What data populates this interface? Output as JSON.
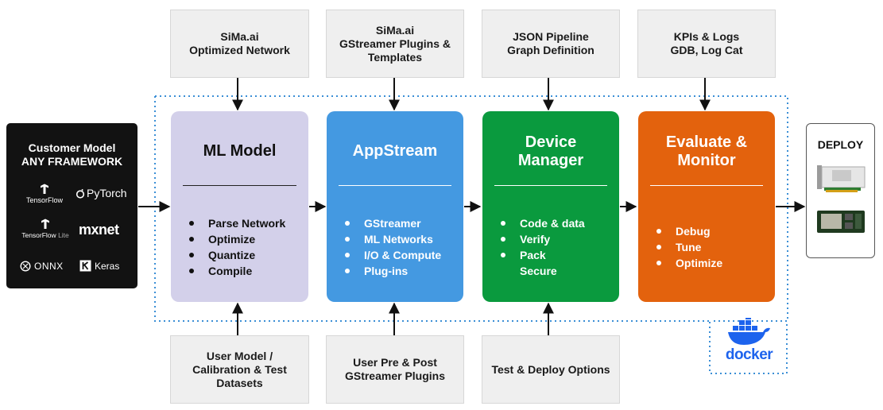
{
  "top_inputs": [
    {
      "text": "SiMa.ai\nOptimized Network"
    },
    {
      "text": "SiMa.ai\nGStreamer Plugins &\nTemplates"
    },
    {
      "text": "JSON Pipeline\nGraph Definition"
    },
    {
      "text": "KPIs & Logs\nGDB, Log Cat"
    }
  ],
  "bottom_inputs": [
    {
      "text": "User Model /\nCalibration & Test\nDatasets"
    },
    {
      "text": "User Pre & Post\nGStreamer Plugins"
    },
    {
      "text": "Test & Deploy Options"
    }
  ],
  "stages": [
    {
      "title": "ML Model",
      "items": [
        "Parse Network",
        "Optimize",
        "Quantize",
        "Compile"
      ]
    },
    {
      "title": "AppStream",
      "items": [
        "GStreamer",
        "ML Networks",
        "I/O & Compute",
        "Plug-ins"
      ]
    },
    {
      "title": "Device\nManager",
      "items": [
        "Code & data",
        "Verify",
        "Pack",
        "Secure"
      ]
    },
    {
      "title": "Evaluate &\nMonitor",
      "items": [
        "Debug",
        "Tune",
        "Optimize"
      ]
    }
  ],
  "customer": {
    "heading": "Customer Model\nANY FRAMEWORK",
    "frameworks": {
      "tensorflow": "TensorFlow",
      "pytorch": "PyTorch",
      "tflite_main": "TensorFlow",
      "tflite_sub": "Lite",
      "mxnet": "mxnet",
      "onnx": "ONNX",
      "keras": "Keras"
    }
  },
  "deploy": {
    "heading": "DEPLOY"
  },
  "docker": {
    "label": "docker"
  },
  "colors": {
    "ml_model": "#d3d0ea",
    "appstream": "#4499e1",
    "device_manager": "#0a9a3e",
    "evaluate_monitor": "#e3620d",
    "dotted_border": "#3b8fd6",
    "docker": "#1d63ed"
  }
}
